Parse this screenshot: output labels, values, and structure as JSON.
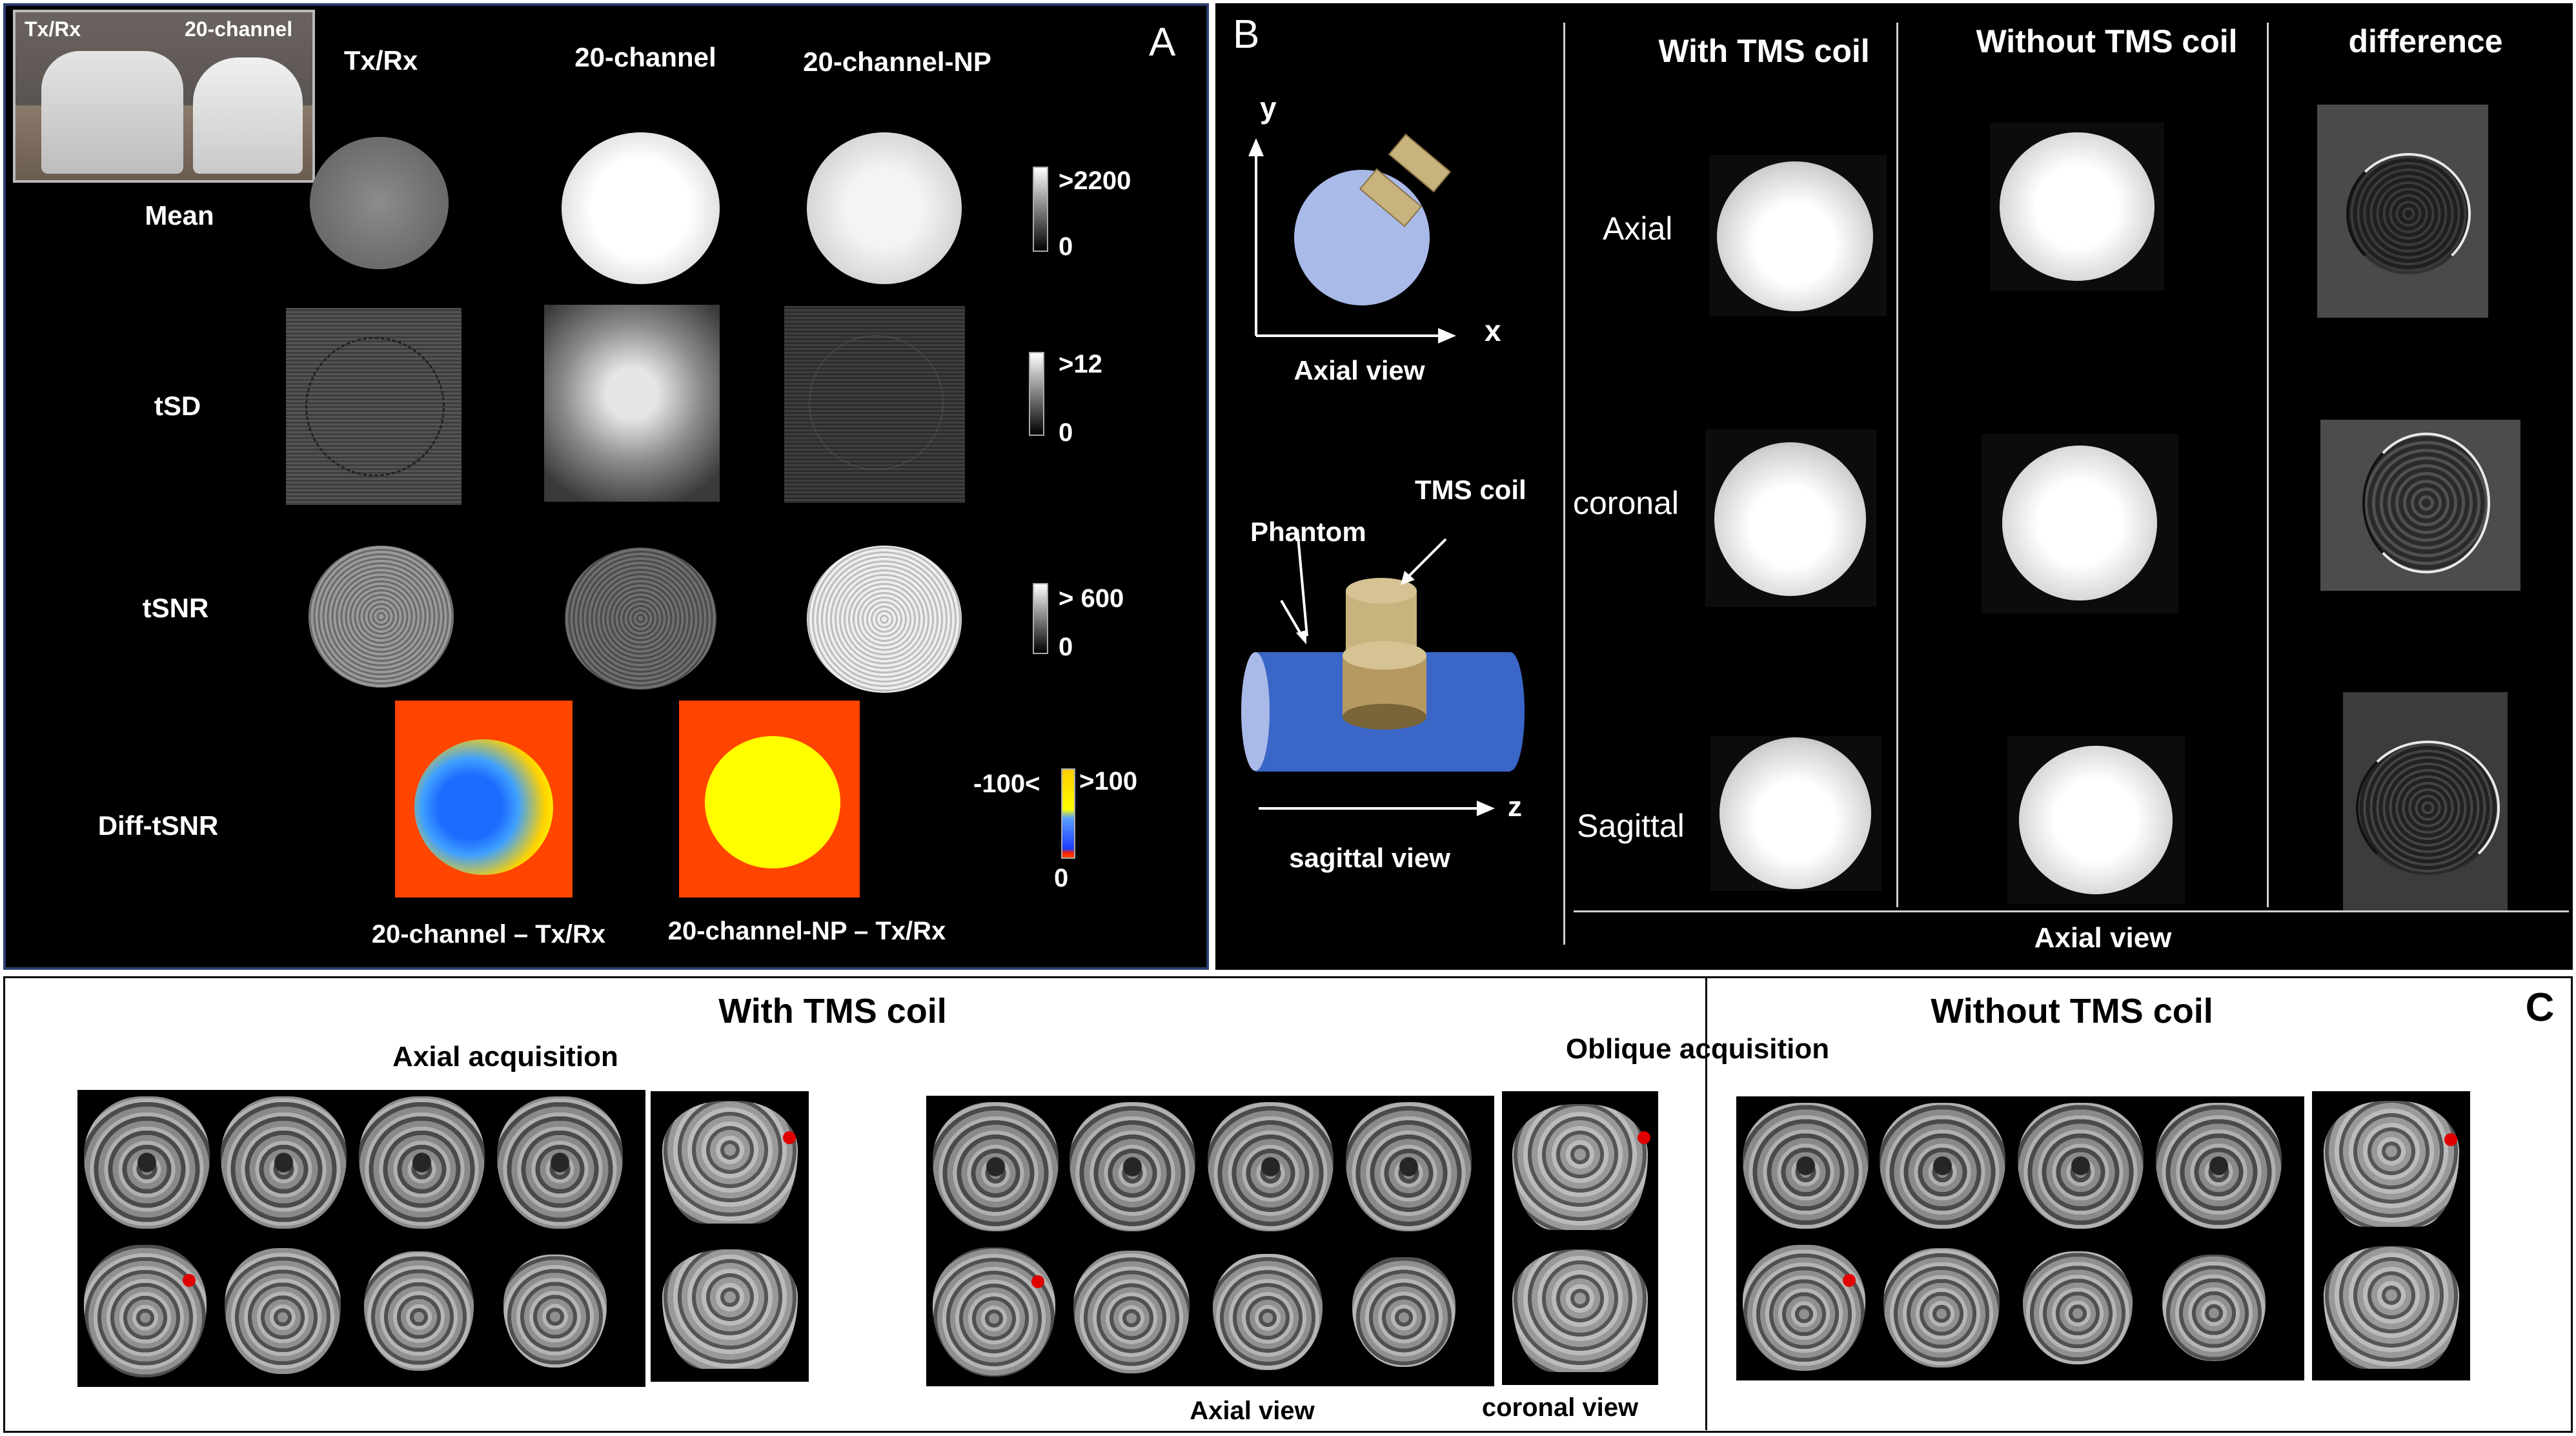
{
  "panel_a": {
    "letter": "A",
    "photo": {
      "left_label": "Tx/Rx",
      "right_label": "20-channel"
    },
    "columns": [
      "Tx/Rx",
      "20-channel",
      "20-channel-NP"
    ],
    "rows": [
      "Mean",
      "tSD",
      "tSNR",
      "Diff-tSNR"
    ],
    "colorbars": {
      "mean": {
        "max": ">2200",
        "min": "0"
      },
      "tsd": {
        "max": ">12",
        "min": "0"
      },
      "tsnr": {
        "max": "> 600",
        "min": "0"
      },
      "diff": {
        "neg": "-100<",
        "pos": ">100",
        "zero": "0"
      }
    },
    "diff_labels": [
      "20-channel – Tx/Rx",
      "20-channel-NP – Tx/Rx"
    ]
  },
  "panel_b": {
    "letter": "B",
    "axial_diagram": {
      "y_label": "y",
      "x_label": "x",
      "caption": "Axial view"
    },
    "sagittal_diagram": {
      "tms_label": "TMS coil",
      "phantom_label": "Phantom",
      "z_label": "z",
      "caption": "sagittal view"
    },
    "columns": [
      "With TMS coil",
      "Without TMS coil",
      "difference"
    ],
    "rows": [
      "Axial",
      "coronal",
      "Sagittal"
    ],
    "bottom_label": "Axial view"
  },
  "panel_c": {
    "letter": "C",
    "with_title": "With TMS coil",
    "without_title": "Without TMS coil",
    "axial_acq": "Axial acquisition",
    "oblique_acq": "Oblique acquisition",
    "axial_view": "Axial view",
    "coronal_view": "coronal view"
  },
  "colors": {
    "panel_bg": "#000000",
    "border_a": "#2c3e6e",
    "diff_orange": "#ff4500",
    "diff_yellow": "#ffff00",
    "diff_blue": "#1e3cff",
    "phantom_blue": "#3a66c8",
    "phantom_light": "#a9b9e8",
    "tms_gold": "#c8b27e"
  }
}
